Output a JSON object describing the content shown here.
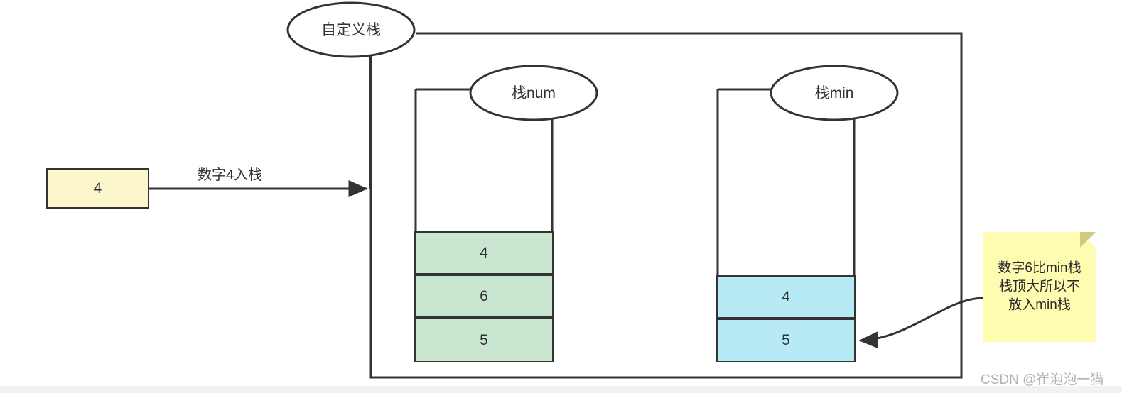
{
  "diagram": {
    "title_node": {
      "label": "自定义栈"
    },
    "input_box": {
      "value": "4"
    },
    "input_edge": {
      "label": "数字4入栈"
    },
    "stacks": [
      {
        "name": "num-stack",
        "label": "栈num",
        "color": "#c9e7d0",
        "cells": [
          "4",
          "6",
          "5"
        ]
      },
      {
        "name": "min-stack",
        "label": "栈min",
        "color": "#b7eaf5",
        "cells": [
          "4",
          "5"
        ]
      }
    ],
    "note": {
      "lines": [
        "数字6比min栈",
        "栈顶大所以不",
        "放入min栈"
      ],
      "color": "#fdfcb0"
    },
    "watermark": "CSDN @崔泡泡一猫"
  },
  "colors": {
    "stroke": "#333333",
    "green": "#c9e7d0",
    "blue": "#b7eaf5",
    "yellow_box": "#fcf6cd",
    "sticky": "#fdfcb0"
  }
}
